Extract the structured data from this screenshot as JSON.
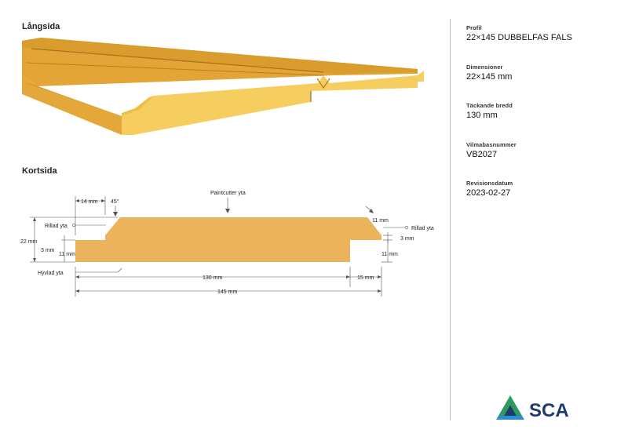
{
  "sections": {
    "long_side": "Långsida",
    "short_side": "Kortsida"
  },
  "info": [
    {
      "label": "Profil",
      "value": "22×145 DUBBELFAS FALS"
    },
    {
      "label": "Dimensioner",
      "value": "22×145 mm"
    },
    {
      "label": "Täckande bredd",
      "value": "130 mm"
    },
    {
      "label": "Vilmabasnummer",
      "value": "VB2027"
    },
    {
      "label": "Revisionsdatum",
      "value": "2023-02-27"
    }
  ],
  "dimensions": {
    "d14": "14 mm",
    "angle": "45°",
    "paintcutter": "Paintcutter yta",
    "rillad_left": "Rillad yta",
    "rillad_right": "Rillad yta",
    "d22": "22 mm",
    "d3_left": "3 mm",
    "d11_left": "11 mm",
    "d11_top_right": "11 mm",
    "d3_right": "3 mm",
    "d11_right": "11 mm",
    "hyvlad": "Hyvlad yta",
    "d130": "130 mm",
    "d15": "15 mm",
    "d145": "145 mm"
  },
  "logo": {
    "text": "SCA",
    "color": "#1d3c6e"
  },
  "colors": {
    "wood_top": "#e8ac3a",
    "wood_front": "#f6cf62",
    "profile": "#ebb45c",
    "accent_green": "#2e9b5e",
    "accent_blue": "#2a8fcf"
  }
}
